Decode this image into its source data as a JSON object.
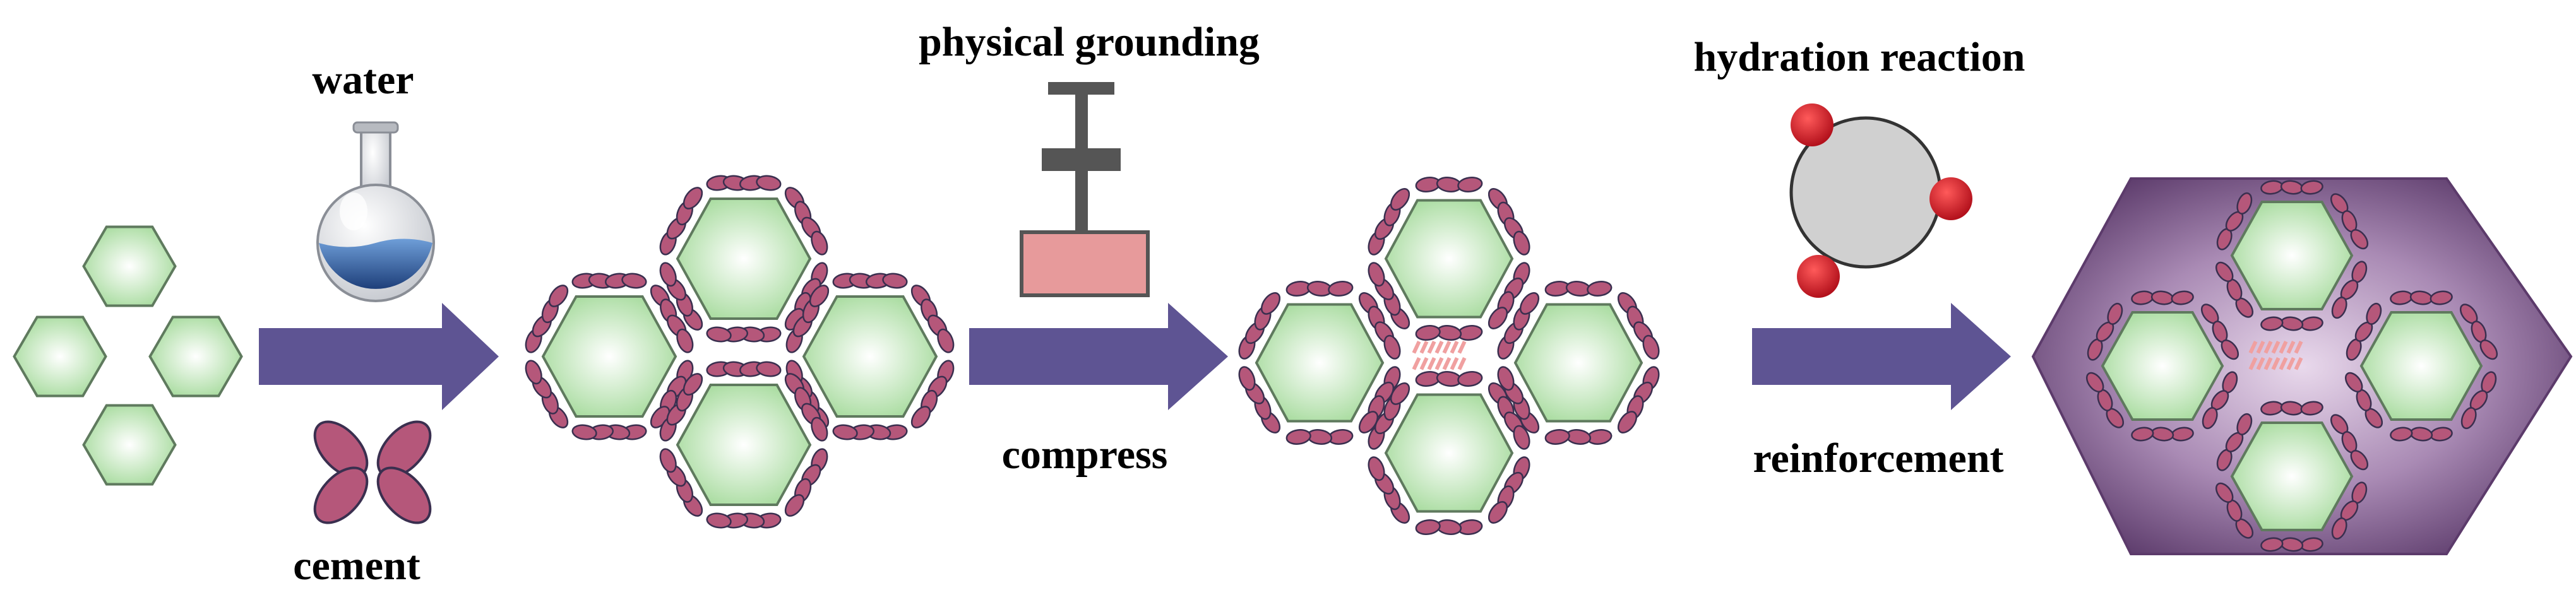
{
  "labels": {
    "water": "water",
    "cement": "cement",
    "physical_grounding": "physical grounding",
    "compress": "compress",
    "hydration_reaction": "hydration reaction",
    "reinforcement": "reinforcement"
  },
  "colors": {
    "arrow": "#5e5493",
    "hexagon_fill_center": "#ffffff",
    "hexagon_fill_edge": "#a9dca0",
    "hexagon_stroke": "#5f7a5e",
    "cement_particle": "#b5577a",
    "cement_particle_stroke": "#3a2f4f",
    "flask_liquid": "#3f74b8",
    "press_body": "#555555",
    "press_pad": "#e79a9b",
    "hydration_circle": "#d0d0d0",
    "hydration_dot": "#cc1f2b",
    "bond_stripes": "#f0a0a0",
    "composite_shell": "#6a4a7a"
  },
  "stages": [
    "separate-hexagon-particles",
    "cement-coated-particles",
    "compressed-particles",
    "reinforced-composite"
  ],
  "icons": [
    "flask-icon",
    "cement-particles-icon",
    "press-icon",
    "hydration-molecule-icon"
  ]
}
